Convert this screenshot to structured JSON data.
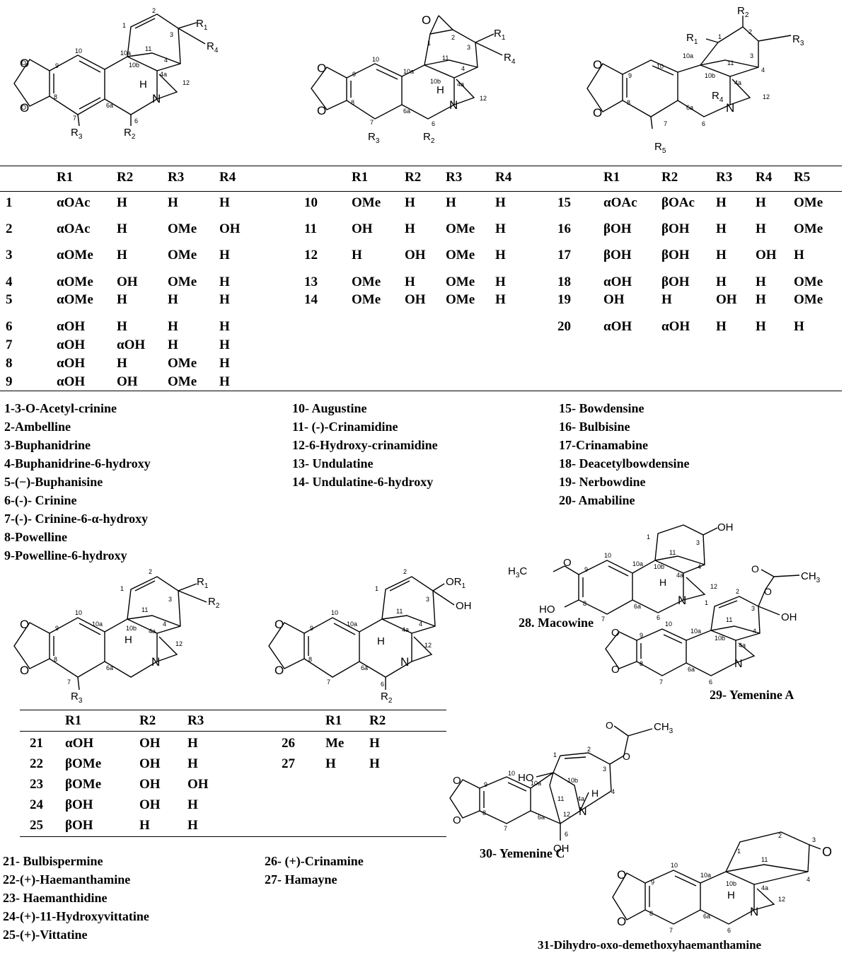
{
  "table1": {
    "groups": [
      {
        "headers": [
          "R1",
          "R2",
          "R3",
          "R4"
        ],
        "rows": [
          [
            "1",
            "αOAc",
            "H",
            "H",
            "H"
          ],
          [
            "2",
            "αOAc",
            "H",
            "OMe",
            "OH"
          ],
          [
            "3",
            "αOMe",
            "H",
            "OMe",
            "H"
          ],
          [
            "4",
            "αOMe",
            "OH",
            "OMe",
            "H"
          ],
          [
            "5",
            "αOMe",
            "H",
            "H",
            "H"
          ],
          [
            "6",
            "αOH",
            "H",
            "H",
            "H"
          ],
          [
            "7",
            "αOH",
            "αOH",
            "H",
            "H"
          ],
          [
            "8",
            "αOH",
            "H",
            "OMe",
            "H"
          ],
          [
            "9",
            "αOH",
            "OH",
            "OMe",
            "H"
          ]
        ]
      },
      {
        "headers": [
          "R1",
          "R2",
          "R3",
          "R4"
        ],
        "rows": [
          [
            "10",
            "OMe",
            "H",
            "H",
            "H"
          ],
          [
            "11",
            "OH",
            "H",
            "OMe",
            "H"
          ],
          [
            "12",
            "H",
            "OH",
            "OMe",
            "H"
          ],
          [
            "13",
            "OMe",
            "H",
            "OMe",
            "H"
          ],
          [
            "14",
            "OMe",
            "OH",
            "OMe",
            "H"
          ]
        ]
      },
      {
        "headers": [
          "R1",
          "R2",
          "R3",
          "R4",
          "R5"
        ],
        "rows": [
          [
            "15",
            "αOAc",
            "βOAc",
            "H",
            "H",
            "OMe"
          ],
          [
            "16",
            "βOH",
            "βOH",
            "H",
            "H",
            "OMe"
          ],
          [
            "17",
            "βOH",
            "βOH",
            "H",
            "OH",
            "H"
          ],
          [
            "18",
            "αOH",
            "βOH",
            "H",
            "H",
            "OMe"
          ],
          [
            "19",
            "OH",
            "H",
            "OH",
            "H",
            "OMe"
          ],
          [
            "20",
            "αOH",
            "αOH",
            "H",
            "H",
            "H"
          ]
        ]
      }
    ]
  },
  "names1": {
    "col1": [
      "1-3-O-Acetyl-crinine",
      "2-Ambelline",
      "3-Buphanidrine",
      "4-Buphanidrine-6-hydroxy",
      "5-(−)-Buphanisine",
      "6-(-)- Crinine",
      "7-(-)- Crinine-6-α-hydroxy",
      "8-Powelline",
      "9-Powelline-6-hydroxy"
    ],
    "col2": [
      "10- Augustine",
      "11- (-)-Crinamidine",
      "12-6-Hydroxy-crinamidine",
      "13- Undulatine",
      "14- Undulatine-6-hydroxy"
    ],
    "col3": [
      "15- Bowdensine",
      "16- Bulbisine",
      "17-Crinamabine",
      "18- Deacetylbowdensine",
      "19- Nerbowdine",
      "20- Amabiline"
    ]
  },
  "table2": {
    "groups": [
      {
        "headers": [
          "R1",
          "R2",
          "R3"
        ],
        "rows": [
          [
            "21",
            "αOH",
            "OH",
            "H"
          ],
          [
            "22",
            "βOMe",
            "OH",
            "H"
          ],
          [
            "23",
            "βOMe",
            "OH",
            "OH"
          ],
          [
            "24",
            "βOH",
            "OH",
            "H"
          ],
          [
            "25",
            "βOH",
            "H",
            "H"
          ]
        ]
      },
      {
        "headers": [
          "R1",
          "R2"
        ],
        "rows": [
          [
            "26",
            "Me",
            "H"
          ],
          [
            "27",
            "H",
            "H"
          ]
        ]
      }
    ]
  },
  "names2": {
    "col1": [
      "21- Bulbispermine",
      "22-(+)-Haemanthamine",
      "23- Haemanthidine",
      "24-(+)-11-Hydroxyvittatine",
      "25-(+)-Vittatine"
    ],
    "col2": [
      "26- (+)-Crinamine",
      "27- Hamayne"
    ]
  },
  "captions": {
    "c28": "28. Macowine",
    "c29": "29- Yemenine A",
    "c30": "30- Yemenine C",
    "c31": "31-Dihydro-oxo-demethoxyhaemanthamine"
  },
  "atoms": {
    "R1": "R",
    "R2": "R",
    "R3": "R",
    "R4": "R",
    "R5": "R",
    "one": "1",
    "two": "2",
    "three": "3",
    "four": "4",
    "five": "5",
    "H": "H",
    "N": "N",
    "O": "O",
    "OH": "OH",
    "HO": "HO",
    "H3C": "H",
    "C3": "C",
    "CH": "CH",
    "OR": "OR",
    "n1": "1",
    "n2": "2",
    "n3": "3",
    "n4": "4",
    "n4a": "4a",
    "n6": "6",
    "n6a": "6a",
    "n7": "7",
    "n8": "8",
    "n9": "9",
    "n10": "10",
    "n10a": "10a",
    "n10b": "10b",
    "n11": "11",
    "n12": "12"
  }
}
